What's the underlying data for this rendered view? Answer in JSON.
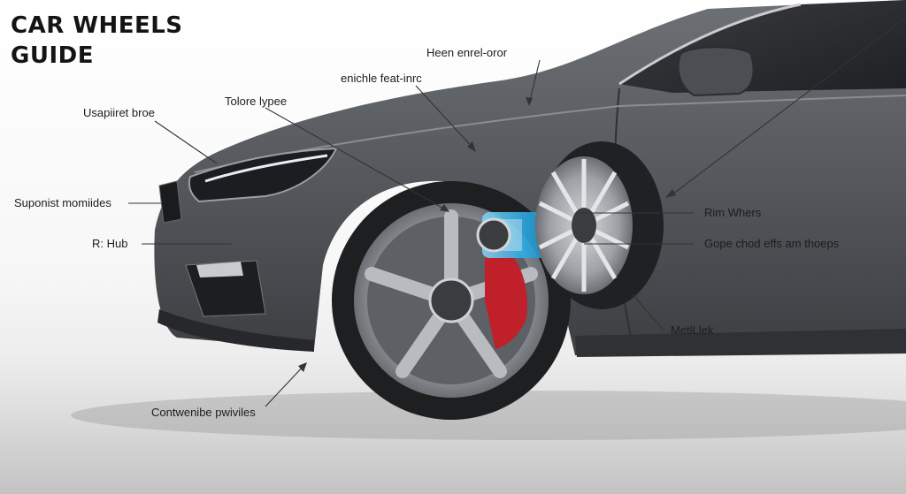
{
  "title": {
    "line1": "CAR WHEELS",
    "line2": "GUIDE"
  },
  "labels": {
    "heen_enrel_oror": "Heen enrel-oror",
    "enichle_feat_inrc": "enichle feat-inrc",
    "tolore_lypee": "Tolore lypee",
    "usapiiret_broe": "Usapiiret broe",
    "suponist_momiides": "Suponist momiides",
    "r_hub": "R: Hub",
    "rim_whers": "Rim Whers",
    "gope_chod_effs": "Gope chod effs am thoeps",
    "metllek": "MetlLlek",
    "contwenibe_pwiviles": "Contwenibe pwiviles"
  },
  "colors": {
    "body": "#5a5d61",
    "body_dark": "#3f4246",
    "tire": "#1e1f21",
    "rim": "#a9acb0",
    "caliper": "#c0202a",
    "hub_blue": "#2aa7e0",
    "leader": "#333333"
  }
}
